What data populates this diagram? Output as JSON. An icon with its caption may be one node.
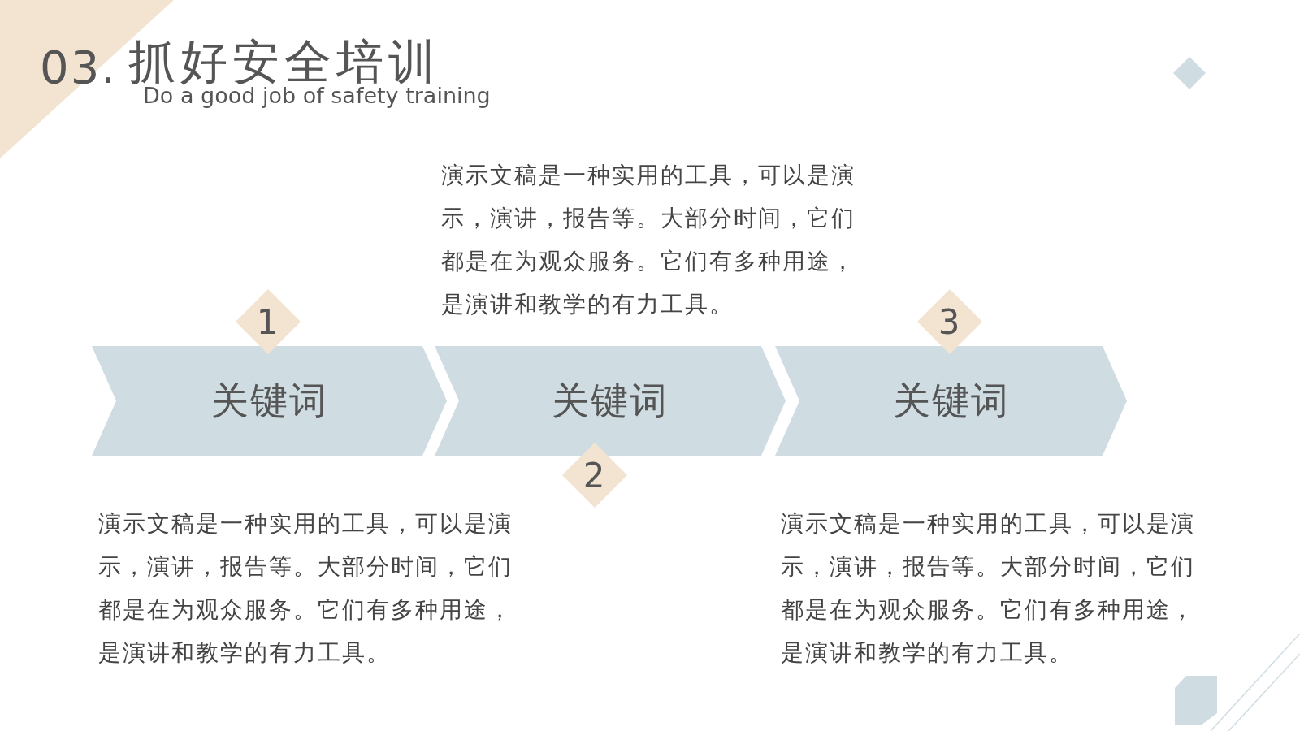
{
  "diagram": {
    "title": "抓好安全培训",
    "nodes": [
      {
        "text": [
          "1"
        ]
      },
      {
        "text": [
          "3"
        ]
      },
      {
        "text": [
          "关键词"
        ]
      },
      {
        "text": [
          "关键词"
        ]
      },
      {
        "text": [
          "关键词"
        ]
      },
      {
        "text": [
          "2"
        ]
      }
    ],
    "labels": [
      "03.",
      "Do a good job of safety training",
      "演示文稿是一种实用的工具，可以是演示，演讲，报告等。大部分时间，它们都是在为观众服务。它们有多种用途，是演讲和教学的有力工具。",
      "演示文稿是一种实用的工具，可以是演示，演讲，报告等。大部分时间，它们都是在为观众服务。它们有多种用途，是演讲和教学的有力工具。",
      "演示文稿是一种实用的工具，可以是演示，演讲，报告等。大部分时间，它们都是在为观众服务。它们有多种用途，是演讲和教学的有力工具。"
    ]
  }
}
